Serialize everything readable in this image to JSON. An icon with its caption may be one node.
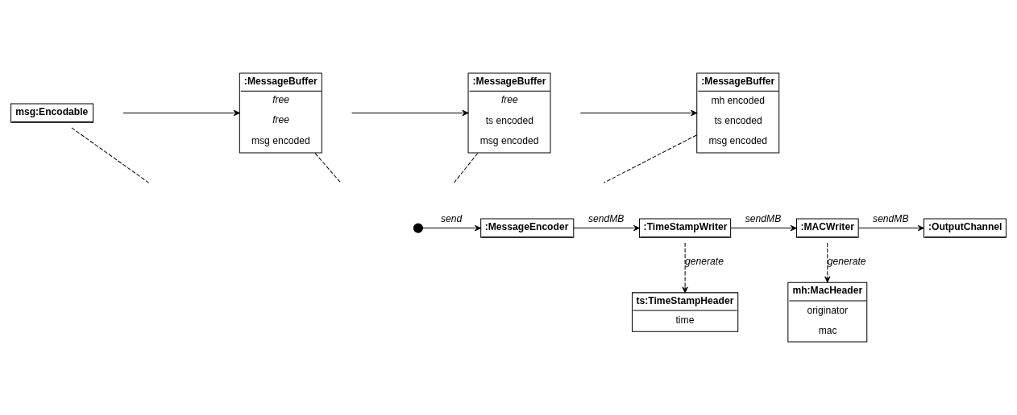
{
  "diagram": {
    "nodes": [
      {
        "text": [
          "msg:Encodable"
        ]
      },
      {
        "text": [
          ":MessageBuffer",
          "*free*",
          "*free*",
          "msg encoded"
        ]
      },
      {
        "text": [
          ":MessageBuffer",
          "*free*",
          "ts encoded",
          "msg encoded"
        ]
      },
      {
        "text": [
          ":MessageBuffer",
          "mh encoded",
          "ts encoded",
          "msg encoded"
        ]
      },
      {
        "text": [],
        "shape": "circle"
      },
      {
        "text": [
          ":MessageEncoder"
        ]
      },
      {
        "text": [
          ":TimeStampWriter"
        ]
      },
      {
        "text": [
          ":MACWriter"
        ]
      },
      {
        "text": [
          ":OutputChannel"
        ]
      },
      {
        "text": [
          "ts:TimeStampHeader",
          "time"
        ]
      },
      {
        "text": [
          "mh:MacHeader",
          "originator",
          "mac"
        ]
      }
    ],
    "edges": [
      {
        "from": 4,
        "to": 5,
        "arrow": "to",
        "label": "send"
      },
      {
        "from": 5,
        "to": 6,
        "arrow": "to",
        "label": "sendMB"
      },
      {
        "from": 6,
        "to": 7,
        "arrow": "to",
        "label": "sendMB"
      },
      {
        "from": 7,
        "to": 8,
        "arrow": "to",
        "label": "sendMB"
      },
      {
        "from": 6,
        "to": 9,
        "arrow": "to",
        "label": "generate",
        "style": "dashed"
      },
      {
        "from": 7,
        "to": 10,
        "arrow": "to",
        "label": "generate",
        "style": "dashed"
      },
      {
        "from": 0,
        "to": null,
        "arrow": "none",
        "style": "dashed"
      },
      {
        "from": null,
        "to": 1,
        "arrow": "to"
      },
      {
        "from": null,
        "to": 2,
        "arrow": "to"
      },
      {
        "from": null,
        "to": 3,
        "arrow": "to"
      },
      {
        "from": 1,
        "to": null,
        "arrow": "none",
        "style": "dashed"
      },
      {
        "from": 2,
        "to": null,
        "arrow": "none",
        "style": "dashed"
      },
      {
        "from": 3,
        "to": null,
        "arrow": "none",
        "style": "dashed"
      }
    ]
  }
}
